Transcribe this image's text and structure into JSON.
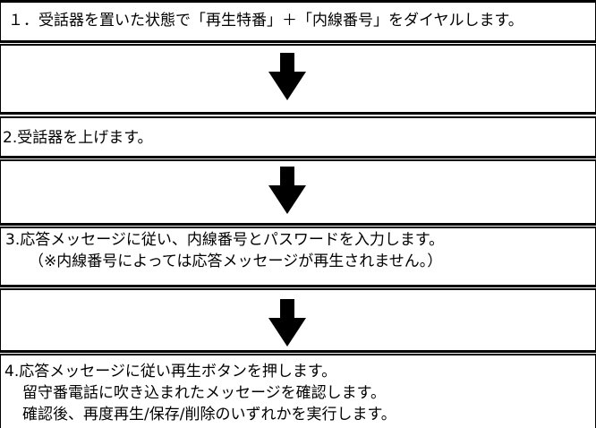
{
  "flowchart": {
    "language": "ja",
    "steps": [
      {
        "id": 1,
        "text_lines": [
          "１．受話器を置いた状態で「再生特番」＋「内線番号」をダイヤルします。"
        ]
      },
      {
        "id": 2,
        "text_lines": [
          "2.受話器を上げます。"
        ]
      },
      {
        "id": 3,
        "text_lines": [
          "3.応答メッセージに従い、内線番号とパスワードを入力します。",
          "（※内線番号によっては応答メッセージが再生されません。）"
        ]
      },
      {
        "id": 4,
        "text_lines": [
          "4.応答メッセージに従い再生ボタンを押します。",
          "留守番電話に吹き込まれたメッセージを確認します。",
          "確認後、再度再生/保存/削除のいずれかを実行します。"
        ]
      }
    ],
    "arrows": {
      "icon": "down-arrow",
      "count": 3
    },
    "colors": {
      "border": "#000000",
      "text": "#000000",
      "background": "#ffffff",
      "arrow": "#000000"
    }
  }
}
